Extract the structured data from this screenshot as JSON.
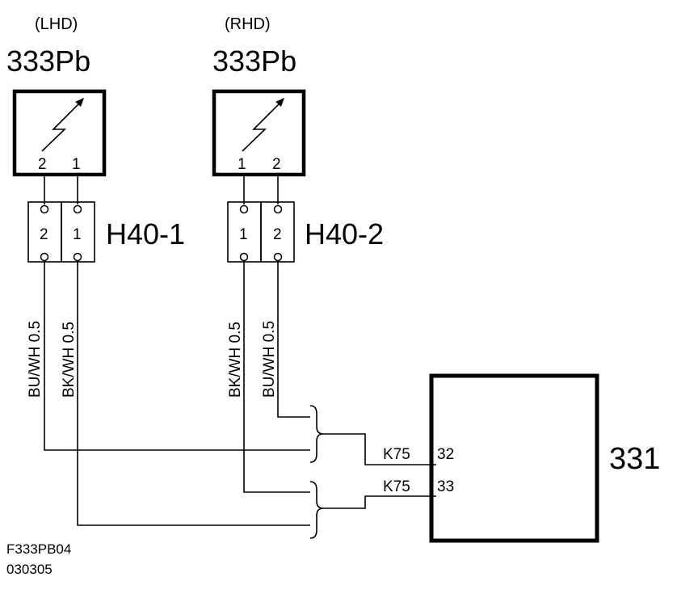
{
  "components": {
    "lhd": {
      "variant": "(LHD)",
      "ref": "333Pb",
      "pins": [
        "2",
        "1"
      ],
      "connector": {
        "name": "H40-1",
        "pins": [
          "2",
          "1"
        ]
      }
    },
    "rhd": {
      "variant": "(RHD)",
      "ref": "333Pb",
      "pins": [
        "1",
        "2"
      ],
      "connector": {
        "name": "H40-2",
        "pins": [
          "1",
          "2"
        ]
      }
    },
    "module": {
      "ref": "331",
      "pins": [
        {
          "connector": "K75",
          "number": "32"
        },
        {
          "connector": "K75",
          "number": "33"
        }
      ]
    }
  },
  "wires": {
    "lhd_bu": "BU/WH 0.5",
    "lhd_bk": "BK/WH 0.5",
    "rhd_bk": "BK/WH 0.5",
    "rhd_bu": "BU/WH 0.5"
  },
  "footer": {
    "code": "F333PB04",
    "date": "030305"
  },
  "colors": {
    "ink": "#000000",
    "background": "#ffffff"
  }
}
